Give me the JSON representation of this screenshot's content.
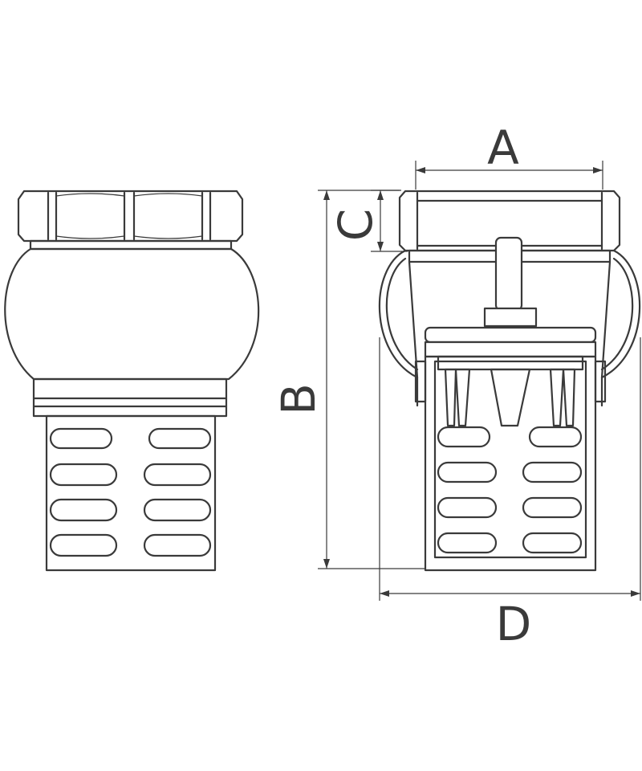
{
  "dimensions": {
    "A": "A",
    "B": "B",
    "C": "C",
    "D": "D"
  },
  "colors": {
    "stroke": "#3a3a3a",
    "background": "#ffffff"
  }
}
